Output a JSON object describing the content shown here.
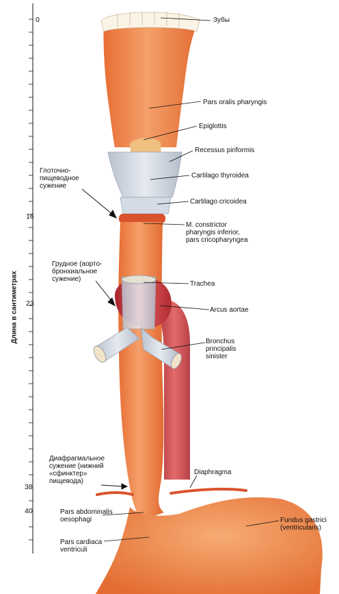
{
  "axis": {
    "title": "Длина в сантиметрах",
    "ticks": [
      "0",
      "16",
      "23",
      "38",
      "40"
    ]
  },
  "labels": {
    "zuby": "Зубы",
    "pars_oralis": "Pars oralis pharyngis",
    "epiglottis": "Epiglottis",
    "recessus": "Recessus piriformis",
    "thyroidea": "Cartilago thyroidea",
    "cricoidea": "Cartilago cricoidea",
    "constrictor": [
      "M. constrictor",
      "pharyngis inferior,",
      "pars cricopharyngea"
    ],
    "trachea": "Trachea",
    "arcus": "Arcus aortae",
    "bronchus": [
      "Bronchus",
      "principalis",
      "sinister"
    ],
    "diaphragma": "Diaphragma",
    "abdominalis": [
      "Pars abdominalis",
      "oesophagi"
    ],
    "cardiaca": [
      "Pars cardiaca",
      "ventriculi"
    ],
    "fundus": [
      "Fundus gastrici",
      "(ventricularis)"
    ]
  },
  "constrictions": {
    "pharyngo": [
      "Глоточно-",
      "пищеводное",
      "сужение"
    ],
    "thoracic": [
      "Грудное (аорто-",
      "бронхиальное",
      "сужение)"
    ],
    "diaphragmatic": [
      "Диафрагмальное",
      "сужение (нижний",
      "«сфинктер»",
      "пищевода)"
    ]
  },
  "colors": {
    "tissue": "#ee8a4e",
    "tissue_dark": "#d9632c",
    "cartilage": "#cfd6e0",
    "aorta": "#c8363c",
    "teeth": "#fbf4e6"
  }
}
